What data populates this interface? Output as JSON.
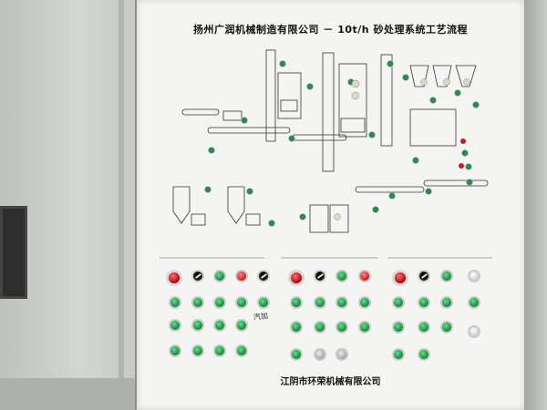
{
  "panel": {
    "title": "扬州广润机械制造有限公司 － 10t/h 砂处理系统工艺流程",
    "footer": "江阴市环荣机械有限公司"
  },
  "colors": {
    "panel_bg": "#f4f5f2",
    "indicator_green": "#0c8a3b",
    "emergency_red": "#c6161c",
    "cabinet_gray": "#c9cbc7"
  },
  "handwriting": "汽加"
}
